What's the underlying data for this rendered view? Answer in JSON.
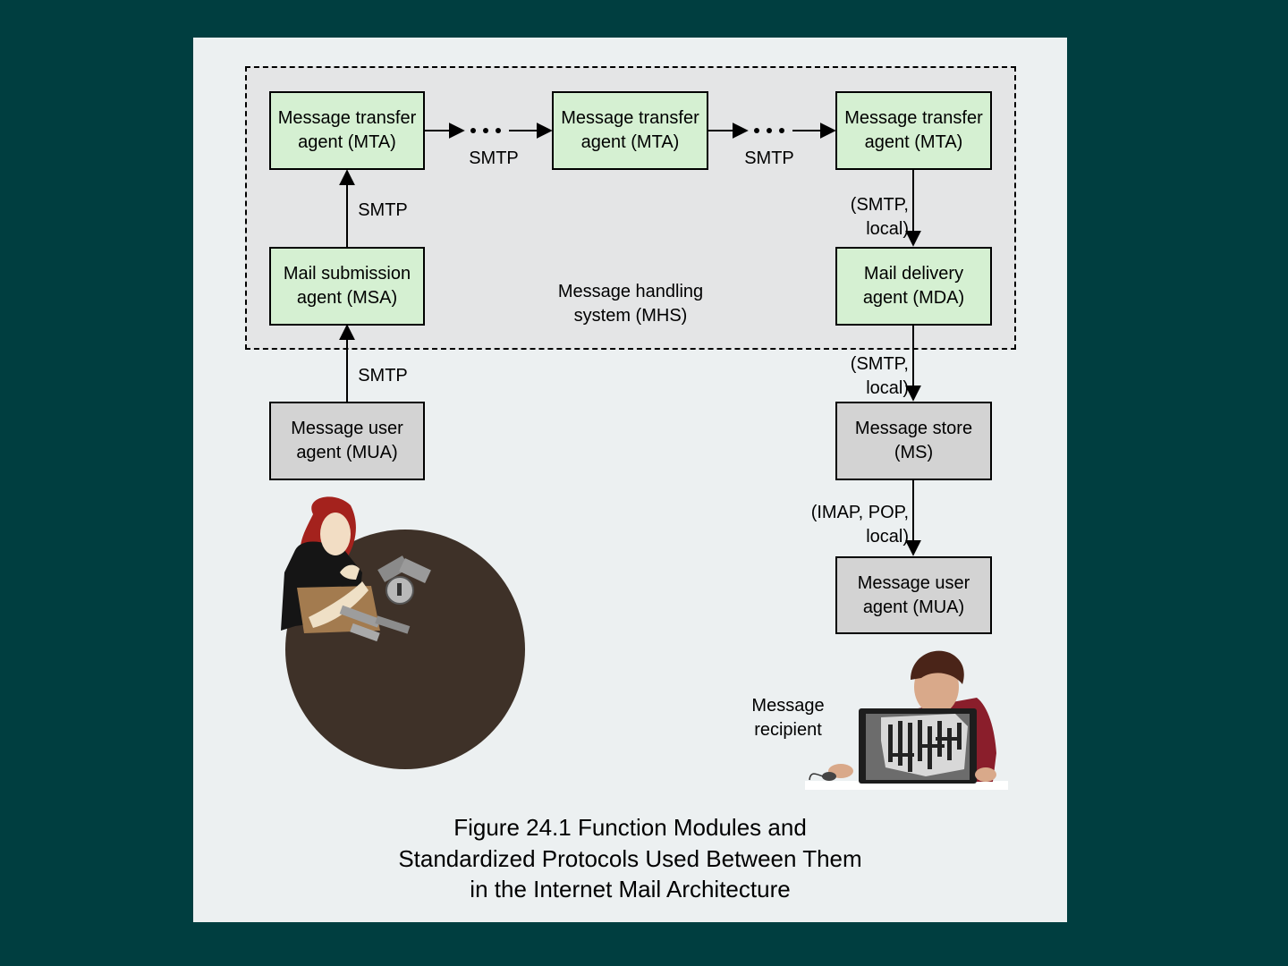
{
  "colors": {
    "background": "#003e40",
    "panel": "#ecf0f1",
    "mhs_region": "#e4e5e6",
    "agent_green": "#d5f0d2",
    "agent_gray": "#d3d3d3",
    "table_brown": "#3e3128"
  },
  "mhs": {
    "label": "Message handling\nsystem (MHS)"
  },
  "nodes": {
    "mta1": "Message transfer\nagent (MTA)",
    "mta2": "Message transfer\nagent (MTA)",
    "mta3": "Message transfer\nagent (MTA)",
    "msa": "Mail submission\nagent (MSA)",
    "mda": "Mail delivery\nagent (MDA)",
    "mua_sender": "Message user\nagent (MUA)",
    "ms": "Message store\n(MS)",
    "mua_recipient": "Message user\nagent (MUA)"
  },
  "edges": {
    "mua_to_msa": "SMTP",
    "msa_to_mta": "SMTP",
    "mta1_to_mta2": "SMTP",
    "mta2_to_mta3": "SMTP",
    "mta3_to_mda": "(SMTP,\nlocal)",
    "mda_to_ms": "(SMTP,\nlocal)",
    "ms_to_mua": "(IMAP, POP,\nlocal)"
  },
  "people": {
    "sender_icon": "woman-at-desk-illustration",
    "recipient_icon": "man-at-laptop-illustration",
    "recipient_label": "Message\nrecipient"
  },
  "caption": "Figure 24.1  Function Modules and\nStandardized Protocols Used Between Them\nin the Internet Mail Architecture"
}
